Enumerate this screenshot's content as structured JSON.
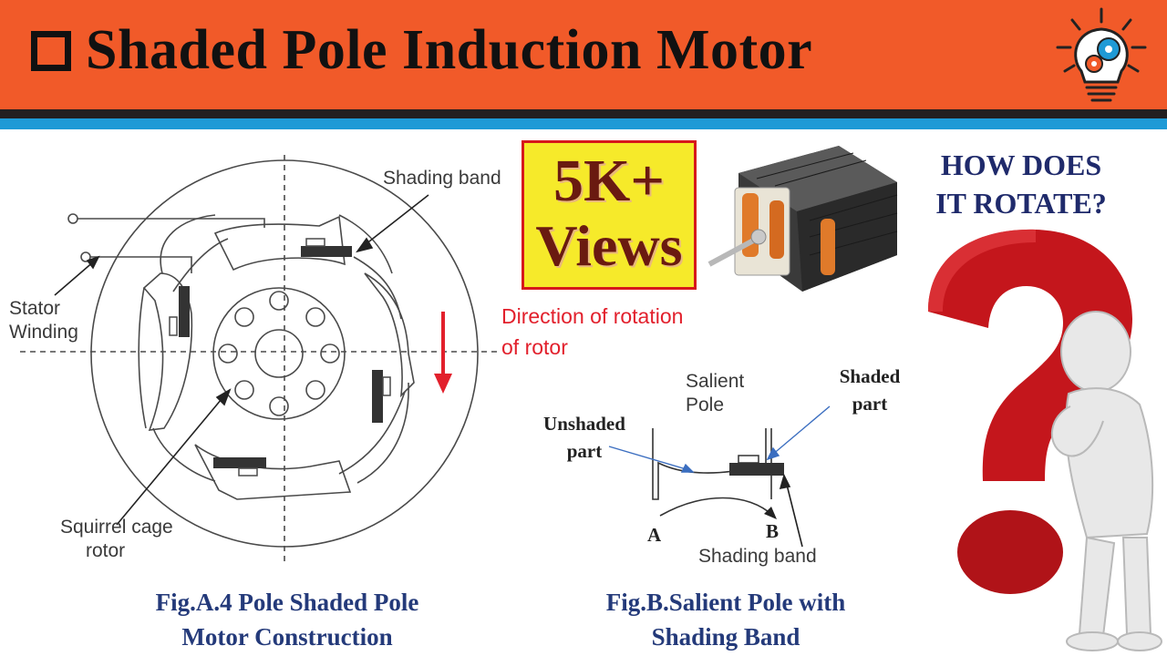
{
  "header": {
    "title": "Shaded Pole Induction Motor",
    "bar_color": "#f15a29",
    "accent_blue": "#1e9ad6"
  },
  "icons": {
    "checkbox": "square-bullet-icon",
    "logo": "lightbulb-gears-icon"
  },
  "badge": {
    "line1": "5K+",
    "line2": "Views"
  },
  "question": {
    "line1": "HOW DOES",
    "line2": "IT ROTATE?"
  },
  "direction_label": {
    "line1": "Direction of rotation",
    "line2": "of rotor"
  },
  "fig_a": {
    "labels": {
      "shading_band": "Shading band",
      "stator_line1": "Stator",
      "stator_line2": "Winding",
      "rotor_line1": "Squirrel cage",
      "rotor_line2": "rotor"
    },
    "caption_line1": "Fig.A.4 Pole Shaded Pole",
    "caption_line2": "Motor Construction"
  },
  "fig_b": {
    "labels": {
      "salient_line1": "Salient",
      "salient_line2": "Pole",
      "unshaded_line1": "Unshaded",
      "unshaded_line2": "part",
      "shaded_line1": "Shaded",
      "shaded_line2": "part",
      "point_a": "A",
      "point_b": "B",
      "shading_band": "Shading band"
    },
    "caption_line1": "Fig.B.Salient Pole with",
    "caption_line2": "Shading Band"
  }
}
